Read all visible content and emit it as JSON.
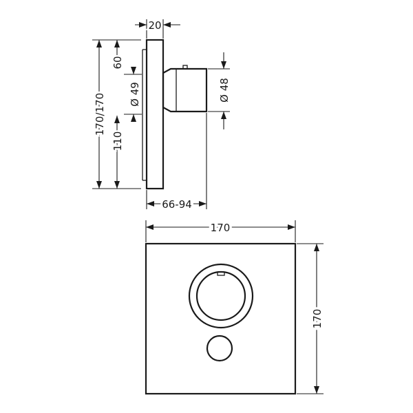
{
  "dimensions": {
    "cover_depth": "20",
    "height_total": "170/170",
    "offset_top": "60",
    "diameter_inner": "Ø 49",
    "offset_bottom": "110",
    "diameter_knob": "Ø 48",
    "projection": "66-94",
    "front_width": "170",
    "front_height": "170"
  },
  "colors": {
    "line": "#1a1a1a",
    "background": "#ffffff"
  }
}
